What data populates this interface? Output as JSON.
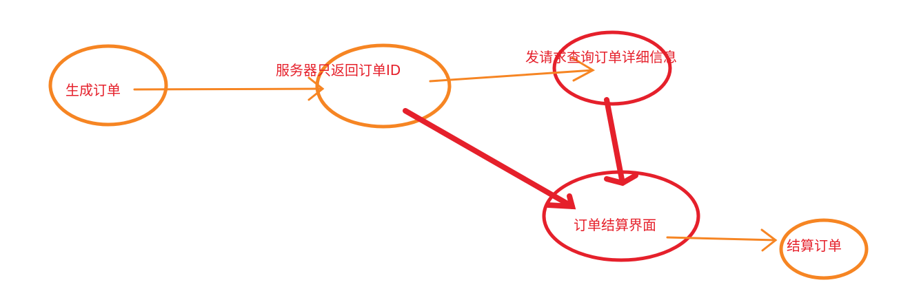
{
  "colors": {
    "orange": "#f68523",
    "red": "#e5202b",
    "label_red": "#e5202b",
    "background": "#ffffff"
  },
  "nodes": {
    "generate_order": {
      "label": "生成订单"
    },
    "server_returns_id": {
      "label": "服务器只返回订单ID"
    },
    "query_details": {
      "label": "发请求查询订单详细信息"
    },
    "checkout_page": {
      "label": "订单结算界面"
    },
    "settle_order": {
      "label": "结算订单"
    }
  },
  "edges": [
    {
      "from": "生成订单",
      "to": "服务器只返回订单ID",
      "style": "orange-arrow"
    },
    {
      "from": "服务器只返回订单ID",
      "to": "发请求查询订单详细信息",
      "style": "orange-arrow"
    },
    {
      "from": "服务器只返回订单ID",
      "to": "订单结算界面",
      "style": "red-thick-arrow"
    },
    {
      "from": "发请求查询订单详细信息",
      "to": "订单结算界面",
      "style": "red-thick-arrow"
    },
    {
      "from": "订单结算界面",
      "to": "结算订单",
      "style": "orange-arrow"
    }
  ]
}
